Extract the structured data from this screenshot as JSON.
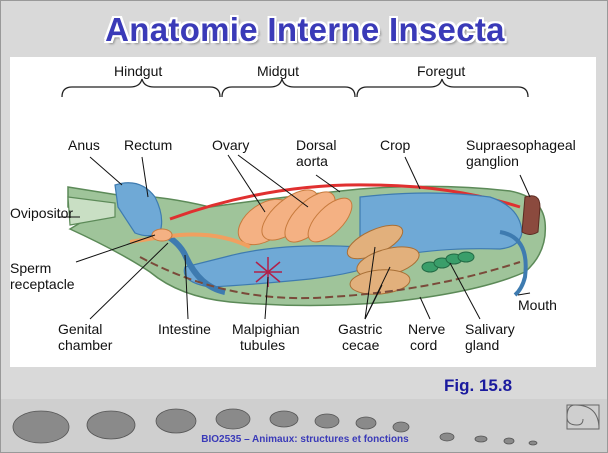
{
  "slide": {
    "title": "Anatomie Interne Insecta",
    "figure_caption": "Fig. 15.8",
    "footer": "BIO2535 – Animaux: structures et fonctions"
  },
  "diagram": {
    "regions": [
      "Hindgut",
      "Midgut",
      "Foregut"
    ],
    "labels": {
      "anus": "Anus",
      "rectum": "Rectum",
      "ovary": "Ovary",
      "dorsal_aorta_1": "Dorsal",
      "dorsal_aorta_2": "aorta",
      "crop": "Crop",
      "supra_1": "Supraesophageal",
      "supra_2": "ganglion",
      "ovipositor": "Ovipositor",
      "sperm_1": "Sperm",
      "sperm_2": "receptacle",
      "genital_1": "Genital",
      "genital_2": "chamber",
      "intestine": "Intestine",
      "malpighian_1": "Malpighian",
      "malpighian_2": "tubules",
      "gastric_1": "Gastric",
      "gastric_2": "cecae",
      "nerve_1": "Nerve",
      "nerve_2": "cord",
      "salivary_1": "Salivary",
      "salivary_2": "gland",
      "mouth": "Mouth"
    }
  },
  "colors": {
    "title": "#3a3ab8",
    "caption": "#1a1a9e",
    "body": "#9fc49a",
    "gut": "#6fa9d6",
    "ovary": "#f4b183",
    "aorta": "#e03030",
    "nerve": "#7a4a3a"
  }
}
